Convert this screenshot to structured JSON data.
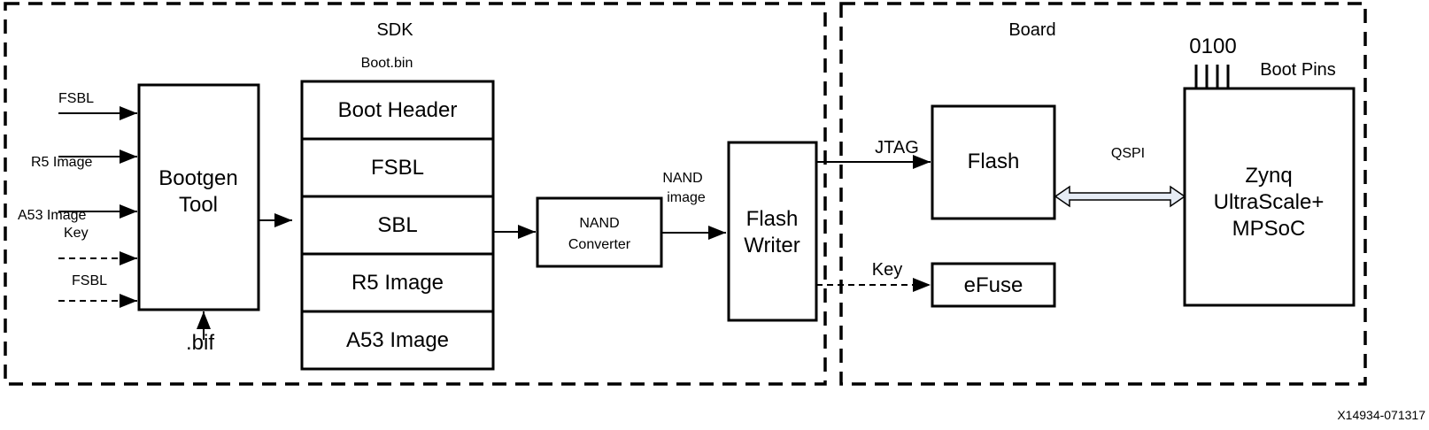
{
  "diagram": {
    "figure_id": "X14934-071317",
    "regions": {
      "sdk": {
        "title": "SDK"
      },
      "board": {
        "title": "Board"
      }
    },
    "bootgen": {
      "label_line1": "Bootgen",
      "label_line2": "Tool",
      "inputs": [
        {
          "label": "FSBL",
          "style": "solid"
        },
        {
          "label": "R5 Image",
          "style": "solid"
        },
        {
          "label": "A53 Image",
          "style": "solid"
        },
        {
          "label": "Key",
          "style": "dashed"
        },
        {
          "label": "FSBL",
          "style": "dashed"
        }
      ],
      "bif_label": ".bif"
    },
    "boot_bin": {
      "title": "Boot.bin",
      "partitions": [
        "Boot Header",
        "FSBL",
        "SBL",
        "R5 Image",
        "A53 Image"
      ]
    },
    "nand_converter": {
      "label_line1": "NAND",
      "label_line2": "Converter"
    },
    "nand_image_label_line1": "NAND",
    "nand_image_label_line2": "image",
    "flash_writer": {
      "label_line1": "Flash",
      "label_line2": "Writer"
    },
    "jtag_label": "JTAG",
    "key_label": "Key",
    "flash": {
      "label": "Flash"
    },
    "efuse": {
      "label": "eFuse"
    },
    "qspi_label": "QSPI",
    "soc": {
      "label_line1": "Zynq",
      "label_line2": "UltraScale+",
      "label_line3": "MPSoC"
    },
    "boot_pins": {
      "value": "0100",
      "label": "Boot Pins"
    },
    "colors": {
      "line": "#000000",
      "qspi_arrow_fill": "#e6ecf5",
      "background": "#ffffff"
    }
  }
}
